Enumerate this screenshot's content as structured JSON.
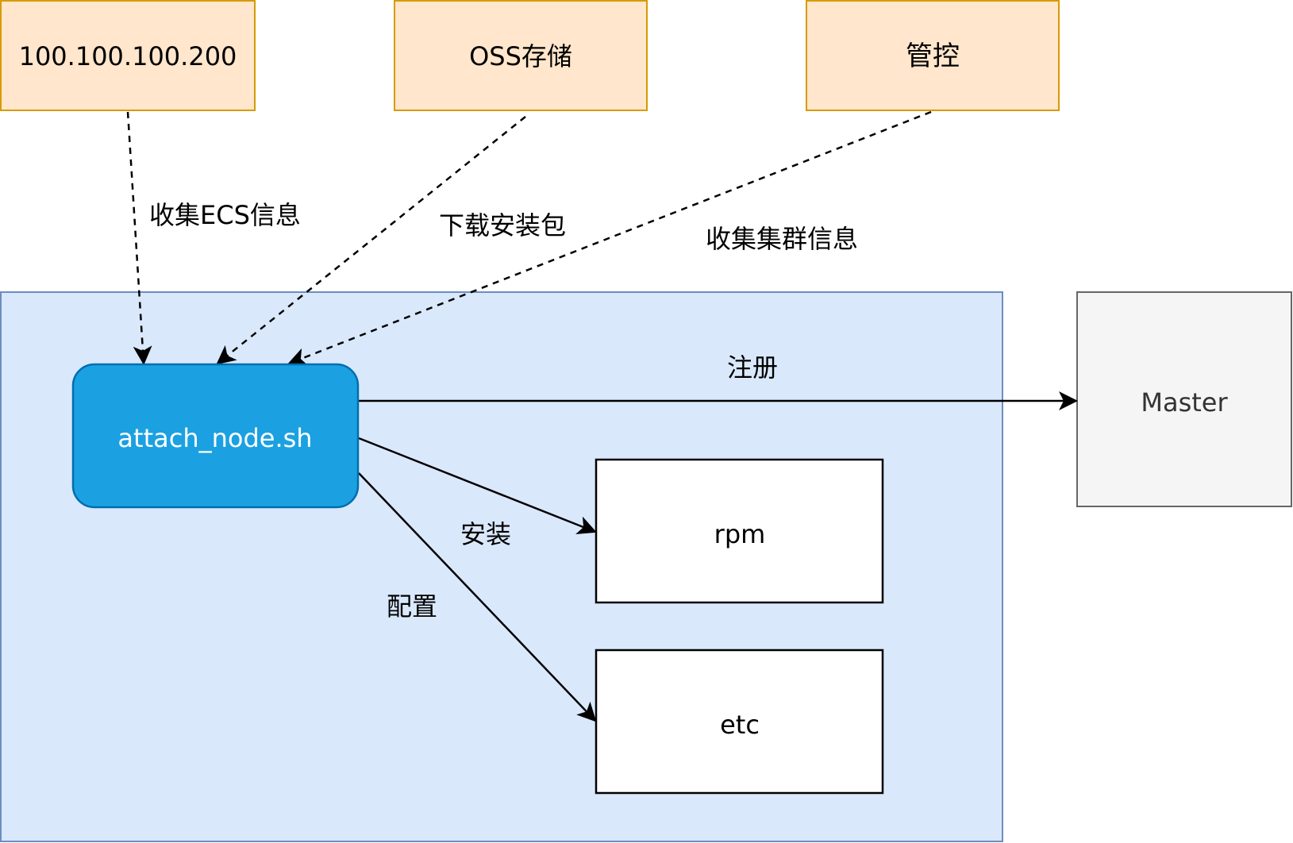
{
  "colors": {
    "source_fill": "#ffe6cc",
    "source_stroke": "#d79b00",
    "cluster_fill": "#dae8fc",
    "cluster_stroke": "#6c8ebf",
    "script_fill": "#1ba1e2",
    "script_stroke": "#006eaf",
    "master_fill": "#f5f5f5",
    "master_stroke": "#666666",
    "target_fill": "#ffffff",
    "line": "#000000"
  },
  "nodes": {
    "metadata_server": {
      "label": "100.100.100.200"
    },
    "oss_storage": {
      "label": "OSS存储"
    },
    "control_plane": {
      "label": "管控"
    },
    "attach_script": {
      "label": "attach_node.sh"
    },
    "master": {
      "label": "Master"
    },
    "rpm": {
      "label": "rpm"
    },
    "etc": {
      "label": "etc"
    }
  },
  "edges": {
    "collect_ecs": {
      "label": "收集ECS信息",
      "style": "dashed"
    },
    "download_pkg": {
      "label": "下载安装包",
      "style": "dashed"
    },
    "collect_cluster": {
      "label": "收集集群信息",
      "style": "dashed"
    },
    "register": {
      "label": "注册",
      "style": "solid"
    },
    "install": {
      "label": "安装",
      "style": "solid"
    },
    "configure": {
      "label": "配置",
      "style": "solid"
    }
  }
}
